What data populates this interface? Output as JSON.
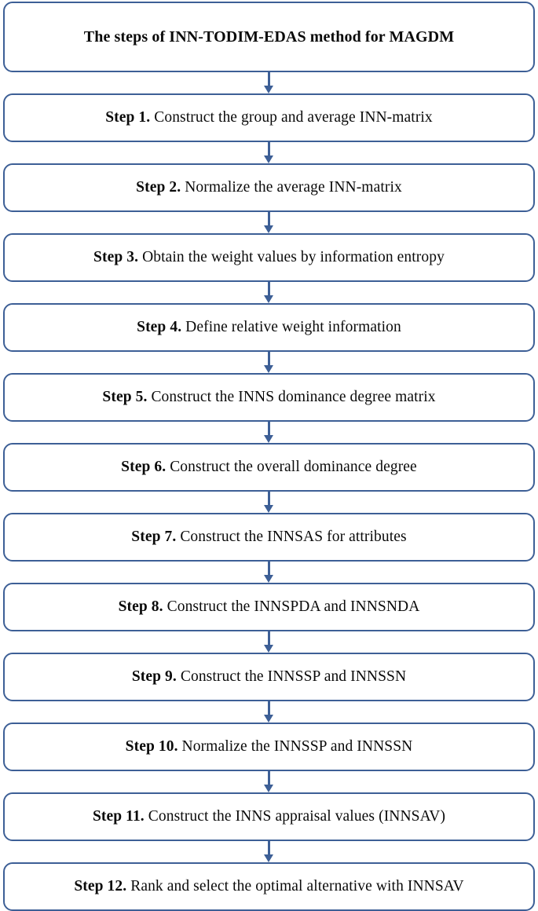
{
  "diagram": {
    "type": "flowchart",
    "orientation": "vertical",
    "accent_color": "#3d5f96",
    "background_color": "#ffffff",
    "text_color": "#0a0a0a",
    "title": "The steps of INN-TODIM-EDAS method for MAGDM",
    "connector_icon": "down-arrow-icon",
    "nodes": [
      {
        "label": "",
        "text": "The steps of INN-TODIM-EDAS method for MAGDM"
      },
      {
        "label": "Step 1.",
        "text": "Construct the group and average INN-matrix"
      },
      {
        "label": "Step 2.",
        "text": "Normalize the average INN-matrix"
      },
      {
        "label": "Step 3.",
        "text": "Obtain the weight values by information entropy"
      },
      {
        "label": "Step 4.",
        "text": "Define relative weight information"
      },
      {
        "label": "Step 5.",
        "text": "Construct the INNS dominance degree matrix"
      },
      {
        "label": "Step 6.",
        "text": "Construct the overall dominance degree"
      },
      {
        "label": "Step 7.",
        "text": "Construct the INNSAS for attributes"
      },
      {
        "label": "Step 8.",
        "text": "Construct the INNSPDA and INNSNDA"
      },
      {
        "label": "Step 9.",
        "text": "Construct the INNSSP and INNSSN"
      },
      {
        "label": "Step 10.",
        "text": "Normalize the INNSSP and INNSSN"
      },
      {
        "label": "Step 11.",
        "text": "Construct the INNS appraisal values (INNSAV)"
      },
      {
        "label": "Step 12.",
        "text": "Rank and select the optimal alternative with INNSAV"
      }
    ]
  }
}
